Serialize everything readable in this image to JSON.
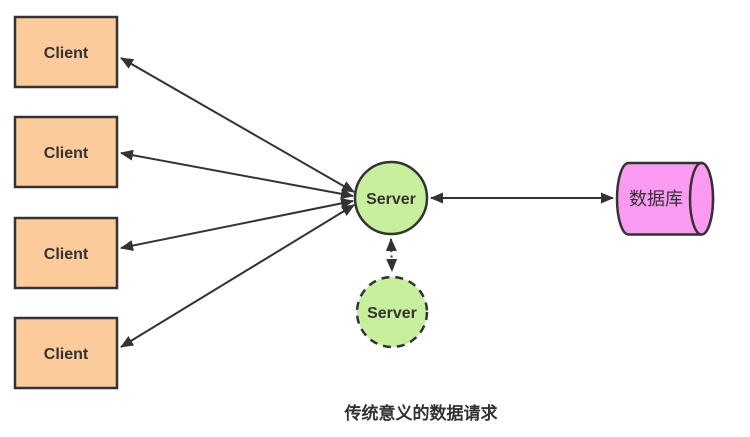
{
  "diagram": {
    "caption": "传统意义的数据请求",
    "clients": [
      {
        "label": "Client"
      },
      {
        "label": "Client"
      },
      {
        "label": "Client"
      },
      {
        "label": "Client"
      }
    ],
    "server_main": {
      "label": "Server"
    },
    "server_backup": {
      "label": "Server"
    },
    "database": {
      "label": "数据库"
    },
    "colors": {
      "client_fill": "#FBCB9B",
      "server_fill": "#C8F09C",
      "database_fill": "#FA9AF0",
      "stroke": "#333333",
      "text": "#333333",
      "background": "#FFFFFF"
    }
  }
}
